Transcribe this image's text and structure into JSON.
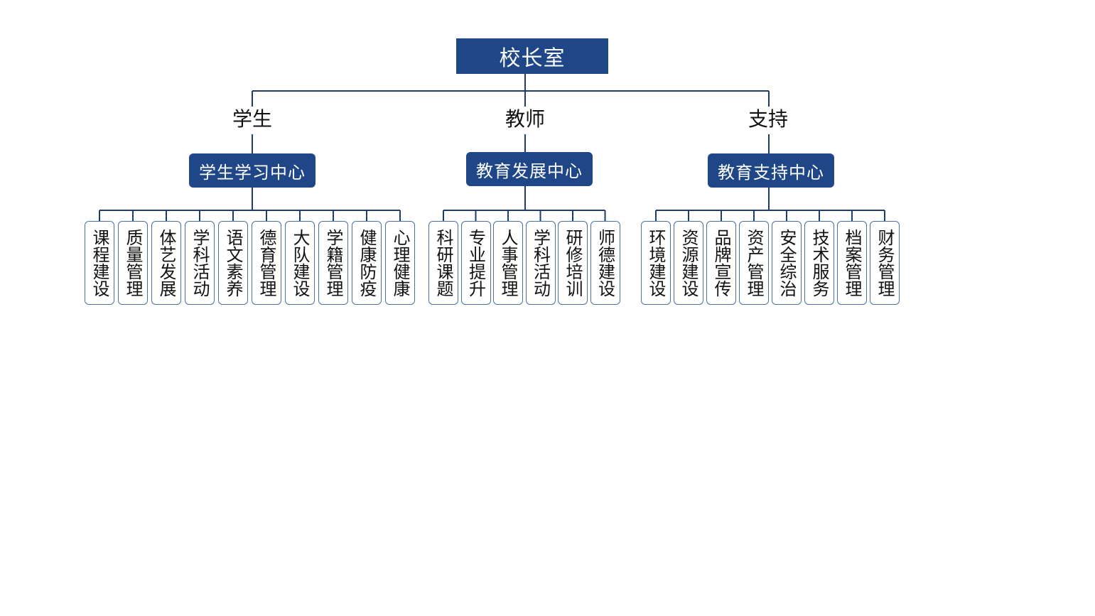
{
  "root": {
    "label": "校长室"
  },
  "colors": {
    "node_fill": "#1f4788",
    "line": "#1f3d6b",
    "leaf_border": "#4a6fa5"
  },
  "branches": [
    {
      "category": "学生",
      "center": "学生学习中心",
      "leaves": [
        "课程建设",
        "质量管理",
        "体艺发展",
        "学科活动",
        "语文素养",
        "德育管理",
        "大队建设",
        "学籍管理",
        "健康防疫",
        "心理健康"
      ]
    },
    {
      "category": "教师",
      "center": "教育发展中心",
      "leaves": [
        "科研课题",
        "专业提升",
        "人事管理",
        "学科活动",
        "研修培训",
        "师德建设"
      ]
    },
    {
      "category": "支持",
      "center": "教育支持中心",
      "leaves": [
        "环境建设",
        "资源建设",
        "品牌宣传",
        "资产管理",
        "安全综治",
        "技术服务",
        "档案管理",
        "财务管理"
      ]
    }
  ]
}
